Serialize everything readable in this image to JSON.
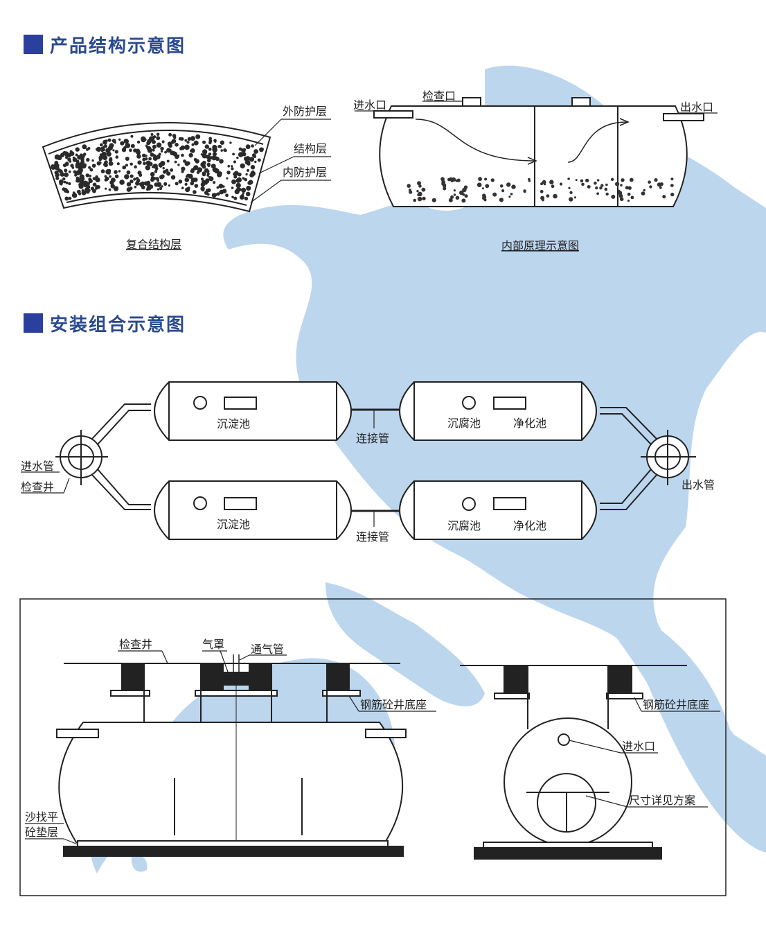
{
  "headings": {
    "structure": "产品结构示意图",
    "install": "安装组合示意图"
  },
  "layers": {
    "outer": "外防护层",
    "structure": "结构层",
    "inner": "内防护层",
    "caption": "复合结构层"
  },
  "principle": {
    "inlet": "进水口",
    "inspection": "检查口",
    "outlet": "出水口",
    "caption": "内部原理示意图"
  },
  "combo": {
    "settle": "沉淀池",
    "septic": "沉腐池",
    "purify": "净化池",
    "connector": "连接管",
    "inlet_pipe": "进水管",
    "well": "检查井",
    "outlet_pipe": "出水管"
  },
  "section": {
    "well": "检查井",
    "hood": "气罩",
    "vent": "通气管",
    "base": "钢筋砼井底座",
    "base_right": "钢筋砼井底座",
    "bed_line1": "沙找平",
    "bed_line2": "砼垫层",
    "inlet": "进水口",
    "size": "尺寸详见方案"
  },
  "colors": {
    "heading": "#2a4a8f",
    "heading_mark": "#2b3f9e",
    "map_tint": "#bcd6ee",
    "line": "#222222"
  }
}
